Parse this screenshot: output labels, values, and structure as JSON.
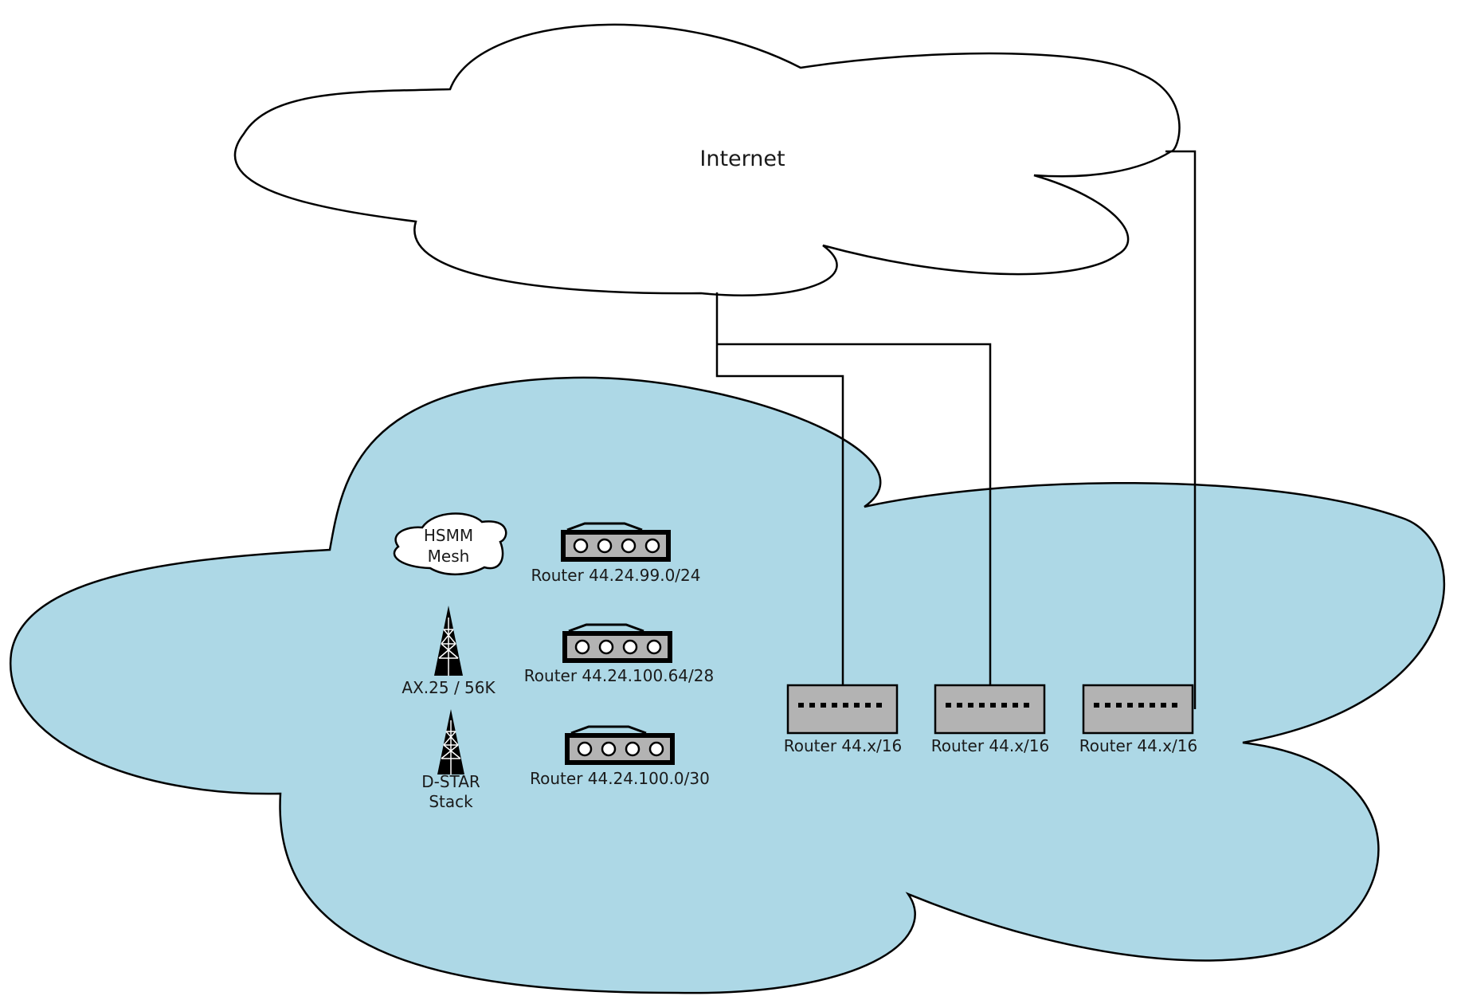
{
  "internet": {
    "label": "Internet"
  },
  "local_network": {
    "fill_color": "#add8e6",
    "services": [
      {
        "kind": "mesh",
        "icon": "cloud-icon",
        "label_lines": [
          "HSMM",
          "Mesh"
        ]
      },
      {
        "kind": "radio",
        "icon": "radio-tower-icon",
        "label_lines": [
          "AX.25 / 56K"
        ]
      },
      {
        "kind": "radio",
        "icon": "radio-tower-icon",
        "label_lines": [
          "D-STAR",
          "Stack"
        ]
      }
    ],
    "subnet_routers": [
      {
        "icon": "router-icon",
        "label": "Router 44.24.99.0/24"
      },
      {
        "icon": "router-icon",
        "label": "Router 44.24.100.64/28"
      },
      {
        "icon": "router-icon",
        "label": "Router 44.24.100.0/30"
      }
    ],
    "gateway_routers": [
      {
        "icon": "switch-icon",
        "label": "Router 44.x/16"
      },
      {
        "icon": "switch-icon",
        "label": "Router 44.x/16"
      },
      {
        "icon": "switch-icon",
        "label": "Router 44.x/16"
      }
    ]
  },
  "colors": {
    "router_fill": "#b3b3b3",
    "line": "#000000",
    "internet_fill": "#ffffff"
  }
}
